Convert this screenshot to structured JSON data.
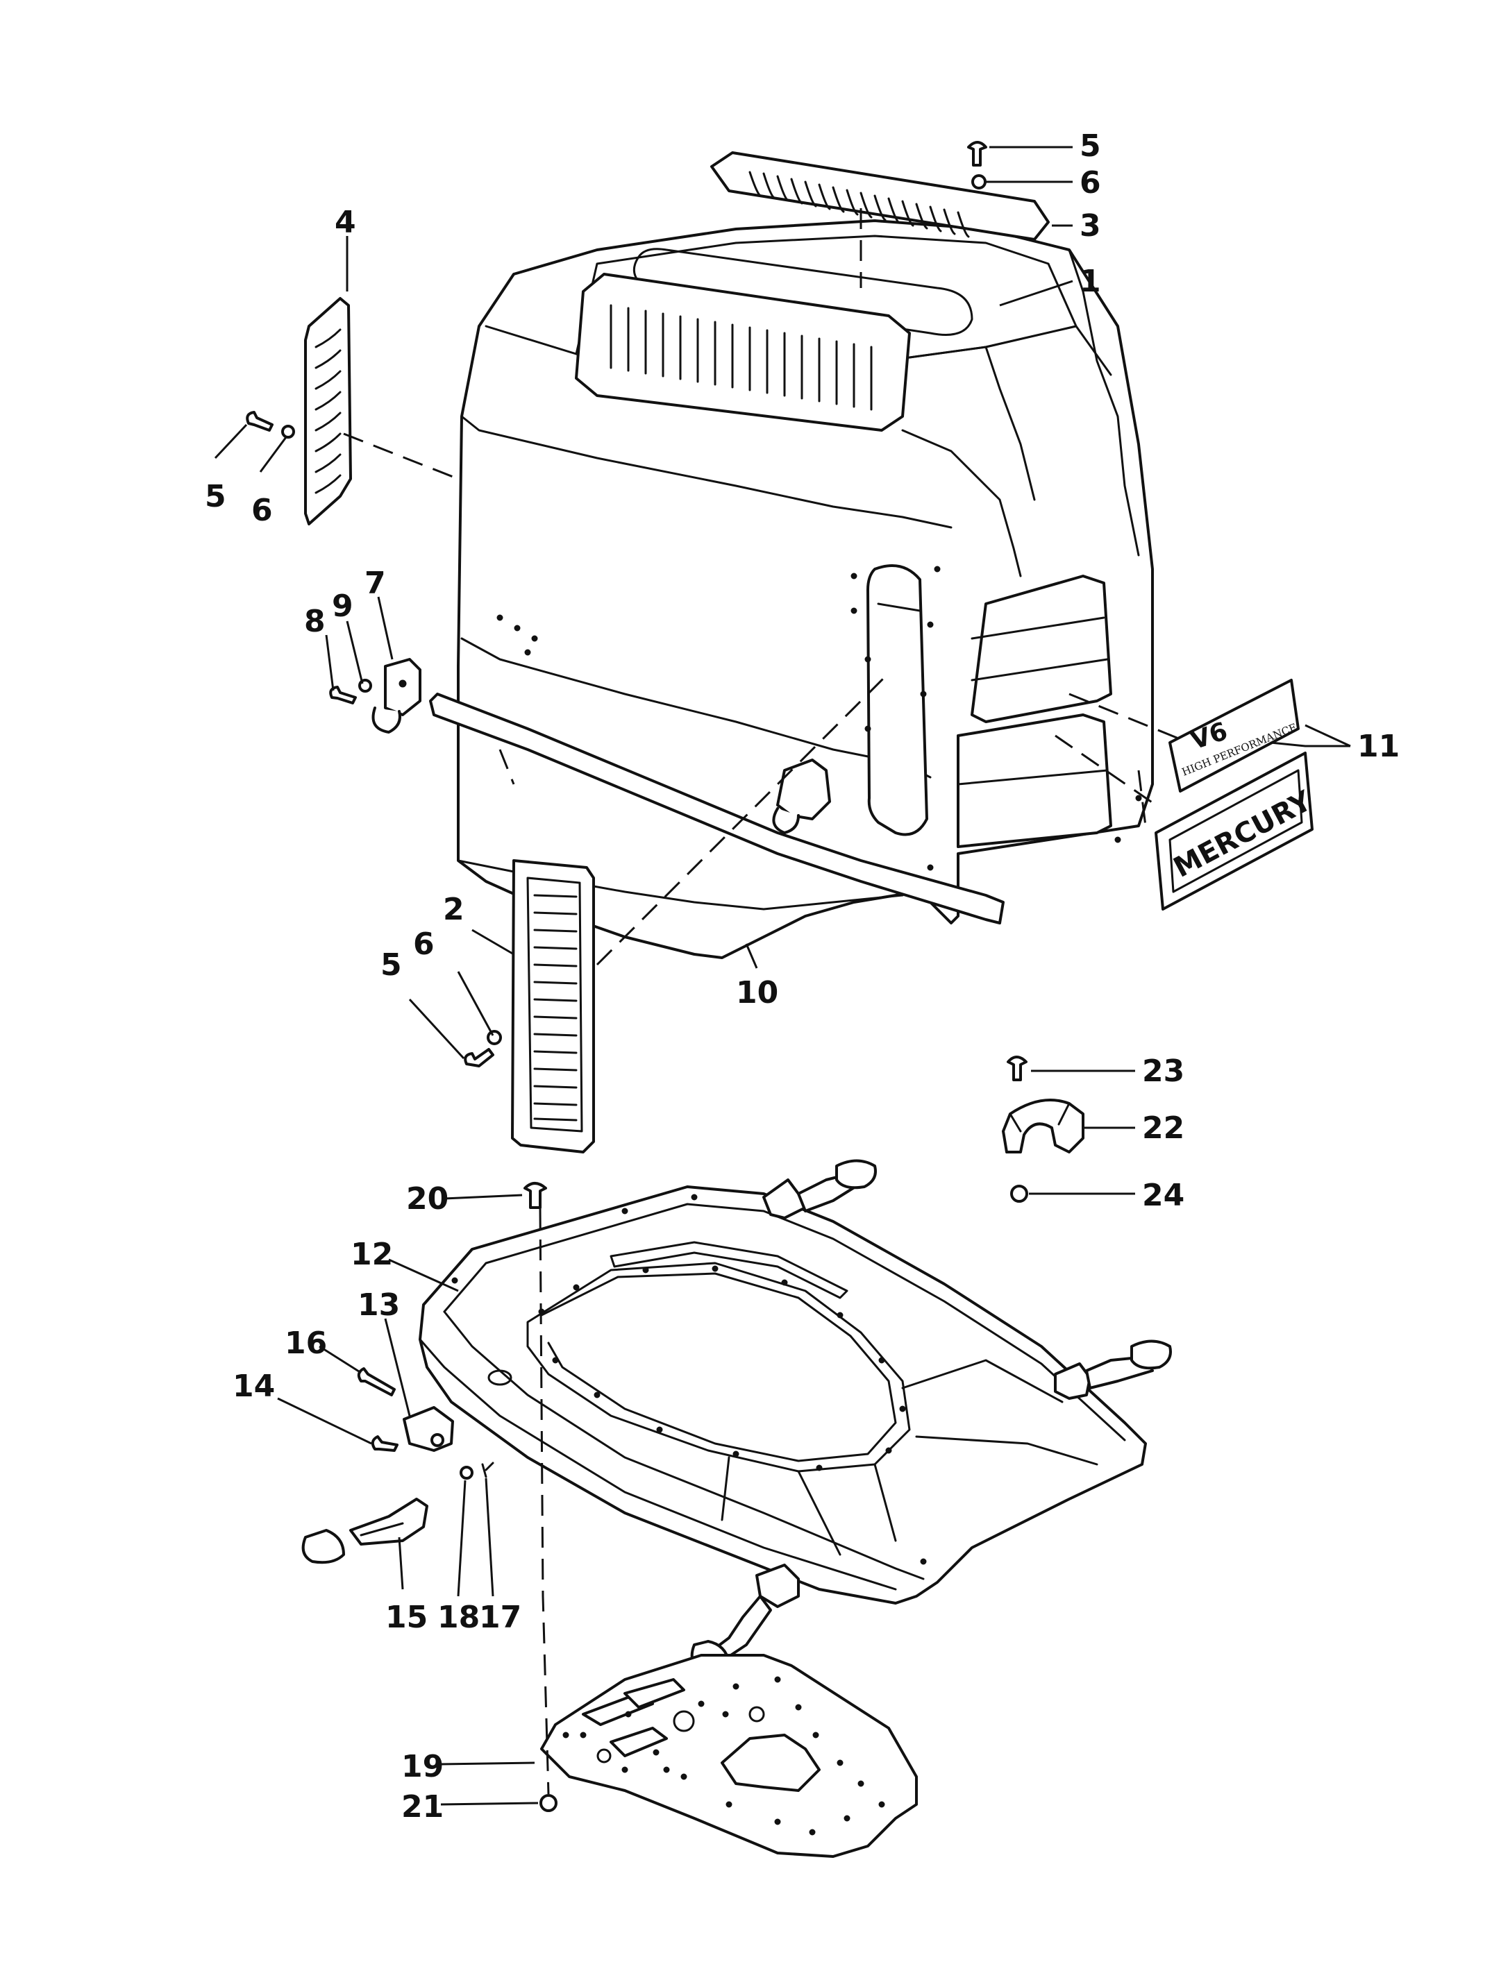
{
  "callouts": {
    "c1": "1",
    "c2": "2",
    "c3": "3",
    "c4": "4",
    "c5a": "5",
    "c5b": "5",
    "c5c": "5",
    "c6a": "6",
    "c6b": "6",
    "c6c": "6",
    "c7": "7",
    "c8": "8",
    "c9": "9",
    "c10": "10",
    "c11": "11",
    "c12": "12",
    "c13": "13",
    "c14": "14",
    "c15": "15",
    "c16": "16",
    "c17": "17",
    "c18": "18",
    "c19": "19",
    "c20": "20",
    "c21": "21",
    "c22": "22",
    "c23": "23",
    "c24": "24"
  },
  "decals": {
    "v6_mark": "V6",
    "v6_subtitle": "HIGH PERFORMANCE",
    "brand": "MERCURY"
  },
  "colors": {
    "ink": "#111111",
    "paper": "#ffffff"
  }
}
